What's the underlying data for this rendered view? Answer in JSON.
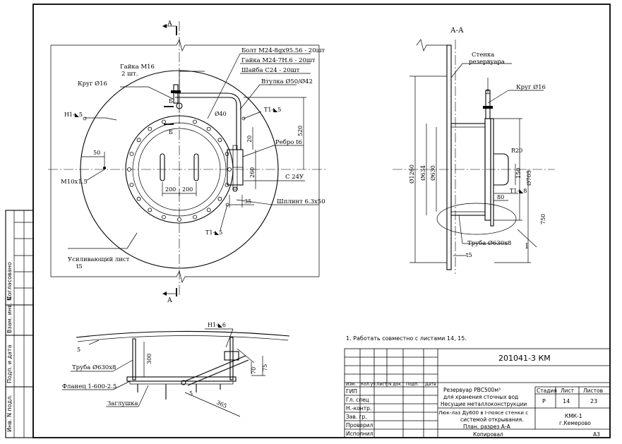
{
  "labels": {
    "section_a_top": "А",
    "section_a_bottom": "А",
    "section_title": "А-А",
    "section_b_top": "Б",
    "section_b_bottom": "Б",
    "bolt": "Болт М24-8gx95.56 - 20шт",
    "nut_m24": "Гайка М24-7Н.6 - 20шт",
    "washer": "Шайба С24 - 20шт",
    "nut_m16": "Гайка М16",
    "nut_m16_qty": "2 шт.",
    "round_left": "Круг Ø16",
    "sleeve": "Втулка Ø50/Ø42",
    "d40": "Ø40",
    "weld_h1_5": "Н1-◣5",
    "weld_t1_5_top": "Т1-◣5",
    "weld_t1_5_bot": "Т1-◣5",
    "dim_520": "520",
    "dim_20": "20",
    "rib": "Ребро t6",
    "dim_50": "50",
    "m10": "М10х1.5",
    "dim_260": "260",
    "c24u": "С 24У",
    "dim_35": "35",
    "dim_200a": "200",
    "dim_200b": "200",
    "cotter": "Шплинт 6.3х50",
    "reinforce_1": "Усиливающий лист",
    "reinforce_2": "t5",
    "wall_1": "Стенка",
    "wall_2": "резервуара",
    "round_right": "Круг Ø16",
    "d1260": "Ø1260",
    "d634": "Ø634",
    "d630": "Ø630",
    "r20": "R20",
    "dim_150": "150",
    "d705": "Ø705",
    "weld_t1_8": "Т1-◣8",
    "dim_80": "80",
    "dim_750": "750",
    "pipe_right": "Труба Ø630х8",
    "t5_right": "t5",
    "roman_one": "I",
    "weld_h1_6": "Н1-◣6",
    "dim_5a": "5",
    "dim_300": "300",
    "pipe_bottom": "Труба Ø630х8",
    "flange": "Фланец 1-600-2.5",
    "plug": "Заглушка",
    "dim_70": "70",
    "dim_75": "75",
    "dim_5b": "5",
    "dim_365": "365"
  },
  "note": "1.    Работать совместно с листами 14, 15.",
  "side_stamp": {
    "agreed": "Согласовано",
    "inv_repl": "Взам. инв. N",
    "sign_date": "Подп. и дата",
    "inv_orig": "Инв. N подл."
  },
  "title_block": {
    "code": "201041-3 КМ",
    "head_izm": "Изм.",
    "head_koluch": "Кол.уч",
    "head_list": "Лист",
    "head_ndok": "N док.",
    "head_podp": "Подп.",
    "head_data": "Дата",
    "role_gip": "ГИП",
    "role_glspec": "Гл. спец",
    "role_nkontr": "Н.-контр.",
    "role_zavgr": "Зав. гр.",
    "role_proveril": "Проверил",
    "role_ispolnil": "Исполнил",
    "obj_1": "Резервуар РВС500м³",
    "obj_2": "для хранения сточных вод",
    "obj_3": "Несущие металлоконструкции",
    "draw_1": "Люк-лаз Ду600 в I-поясе стенки с",
    "draw_2": "системой открывания.",
    "draw_3": "План, разрез А-А",
    "h_stage": "Стадия",
    "h_sheet": "Лист",
    "h_sheets": "Листов",
    "v_stage": "Р",
    "v_sheet": "14",
    "v_sheets": "23",
    "org_1": "КМК-1",
    "org_2": "г.Кемерово",
    "copied": "Копировал",
    "format": "А3"
  }
}
